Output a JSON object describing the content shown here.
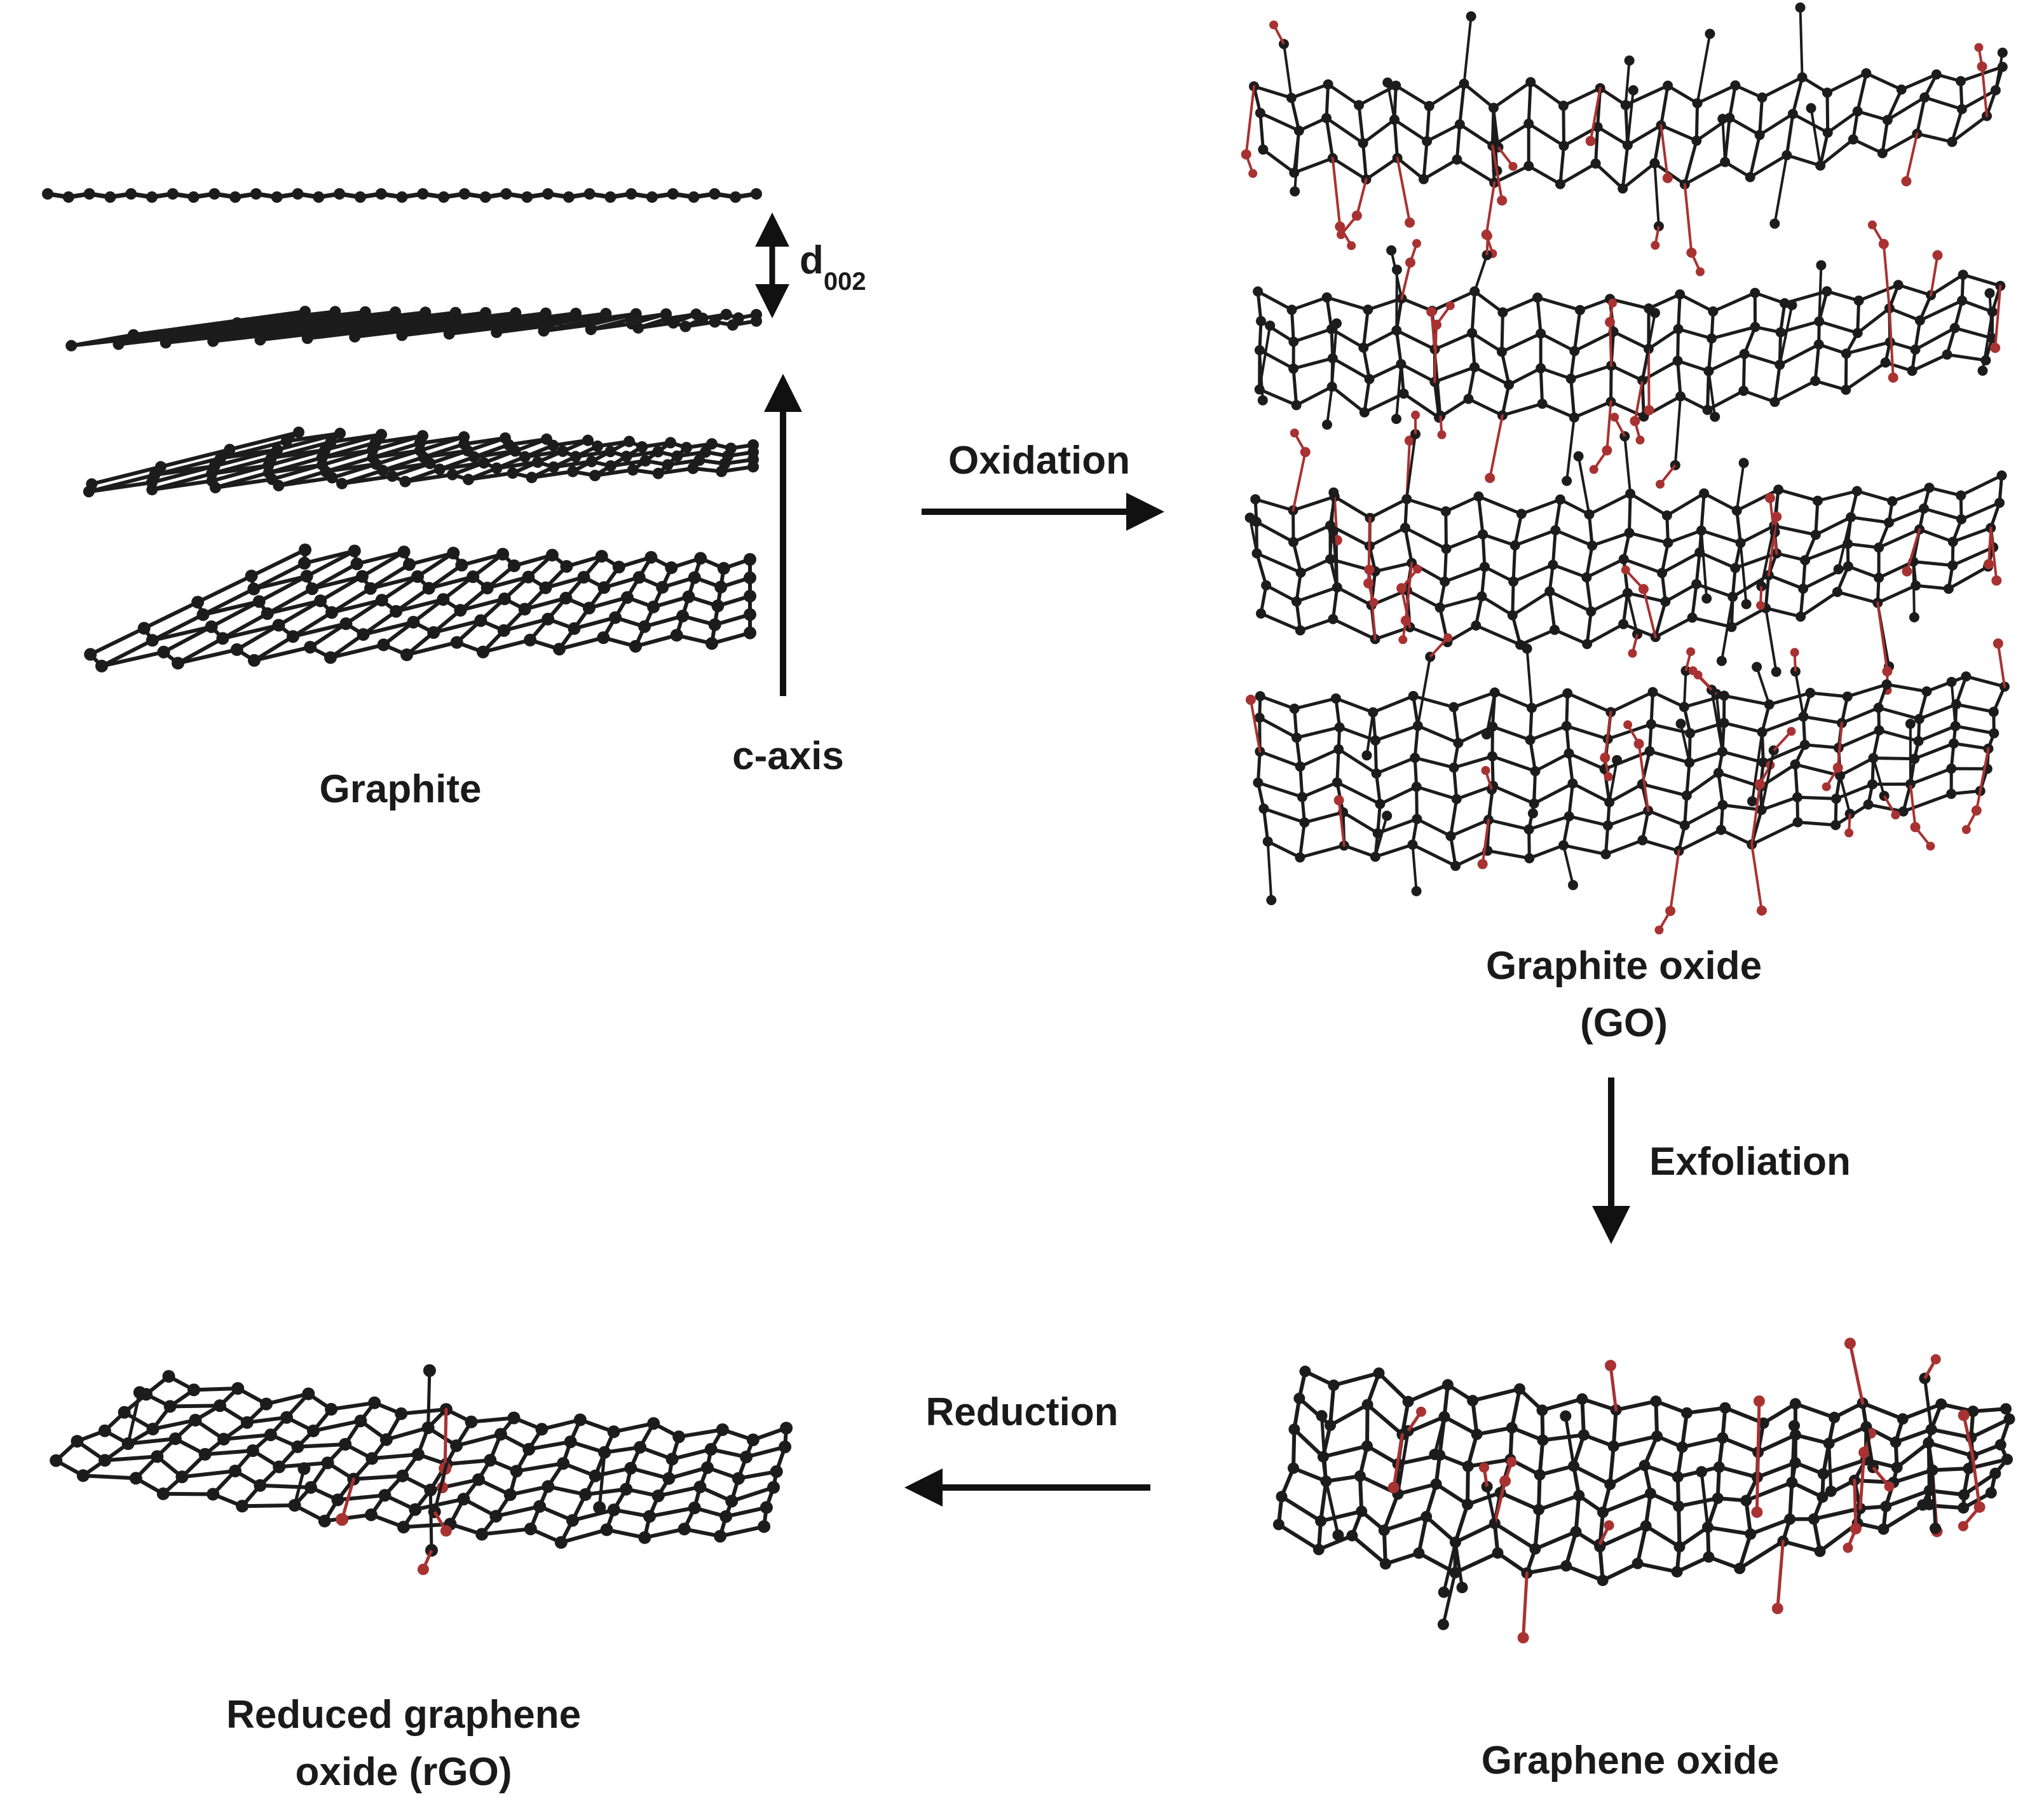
{
  "labels": {
    "graphite": "Graphite",
    "c_axis": "c-axis",
    "d_main": "d",
    "d_sub": "002",
    "oxidation": "Oxidation",
    "graphite_oxide_line1": "Graphite oxide",
    "graphite_oxide_line2": "(GO)",
    "exfoliation": "Exfoliation",
    "reduction": "Reduction",
    "graphene_oxide": "Graphene oxide",
    "rgo_line1": "Reduced graphene",
    "rgo_line2": "oxide (rGO)"
  },
  "colors": {
    "bond": "#1c1c1c",
    "atom": "#1c1c1c",
    "oxygen_group": "#a83232",
    "arrow": "#111111"
  }
}
